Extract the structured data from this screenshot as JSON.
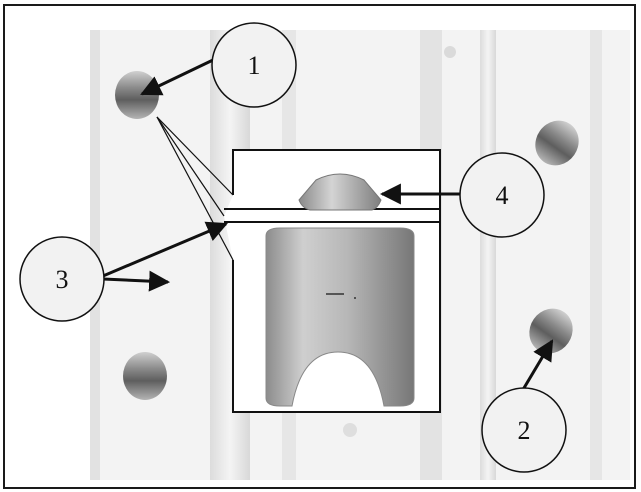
{
  "callouts": [
    {
      "label": "1"
    },
    {
      "label": "2"
    },
    {
      "label": "3"
    },
    {
      "label": "4"
    }
  ],
  "colors": {
    "frame": "#1a1a1a",
    "panel_background": "#f6f6f6",
    "rail": "#e4e4e4",
    "hole_dark": "#6e6e6e",
    "hole_light": "#c8c8c8",
    "arrow": "#111111"
  }
}
